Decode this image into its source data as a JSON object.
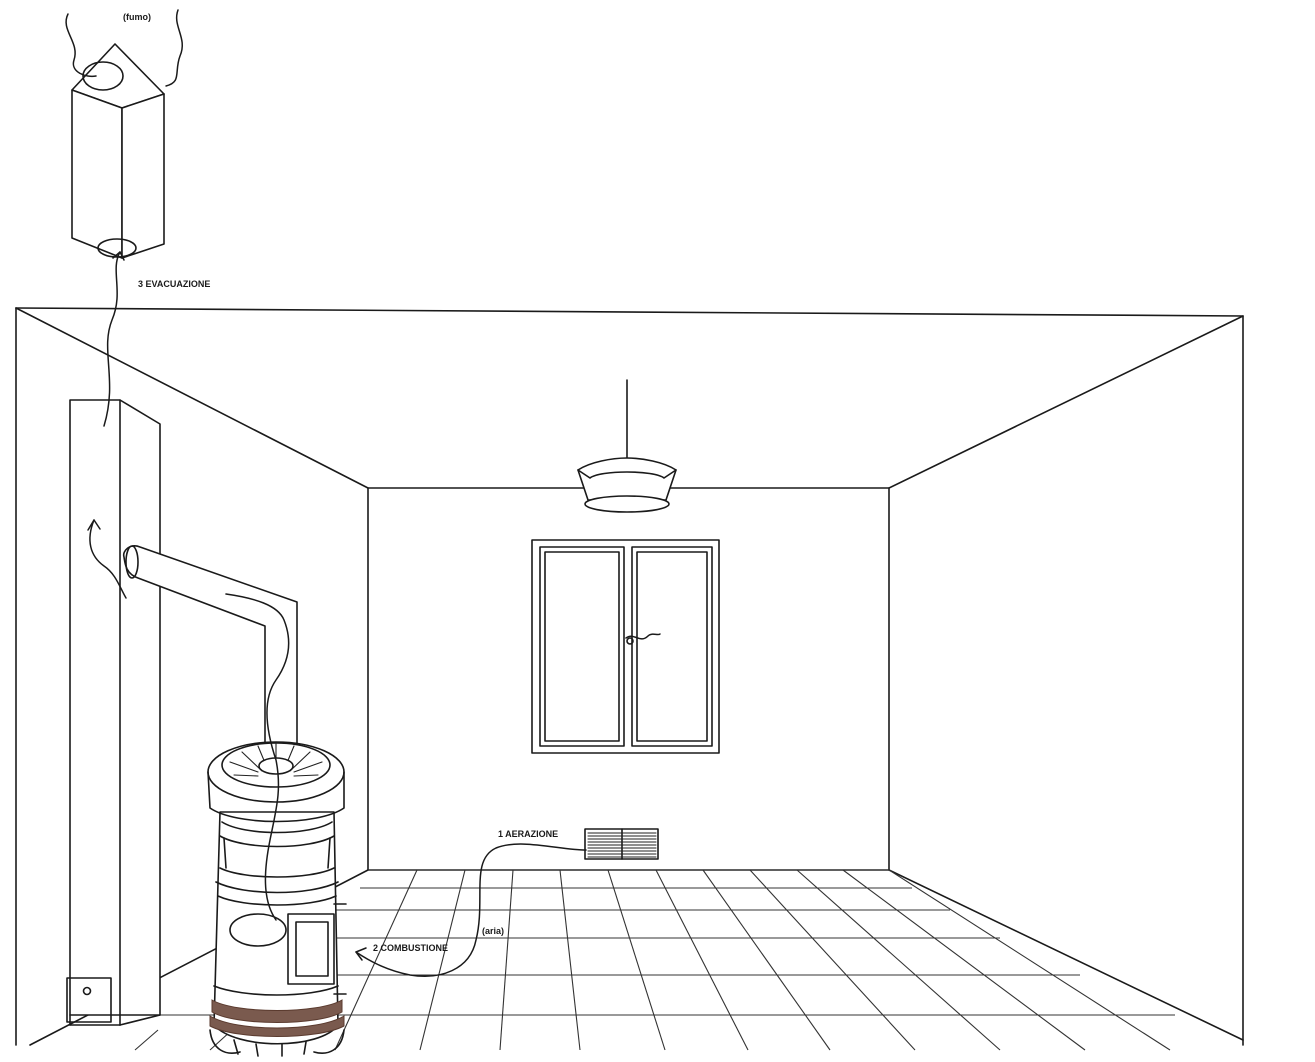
{
  "labels": {
    "smoke": "(fumo)",
    "evacuation": "3 EVACUAZIONE",
    "aeration": "1 AERAZIONE",
    "air": "(aria)",
    "combustion": "2 COMBUSTIONE"
  },
  "icons": [
    "chimney-icon",
    "stove-icon",
    "ceiling-lamp-icon",
    "window-icon",
    "air-vent-icon",
    "cleanout-door-icon"
  ],
  "colors": {
    "ink": "#1a1a1a",
    "stove_band": "#7a5a4e",
    "paper": "#ffffff"
  }
}
